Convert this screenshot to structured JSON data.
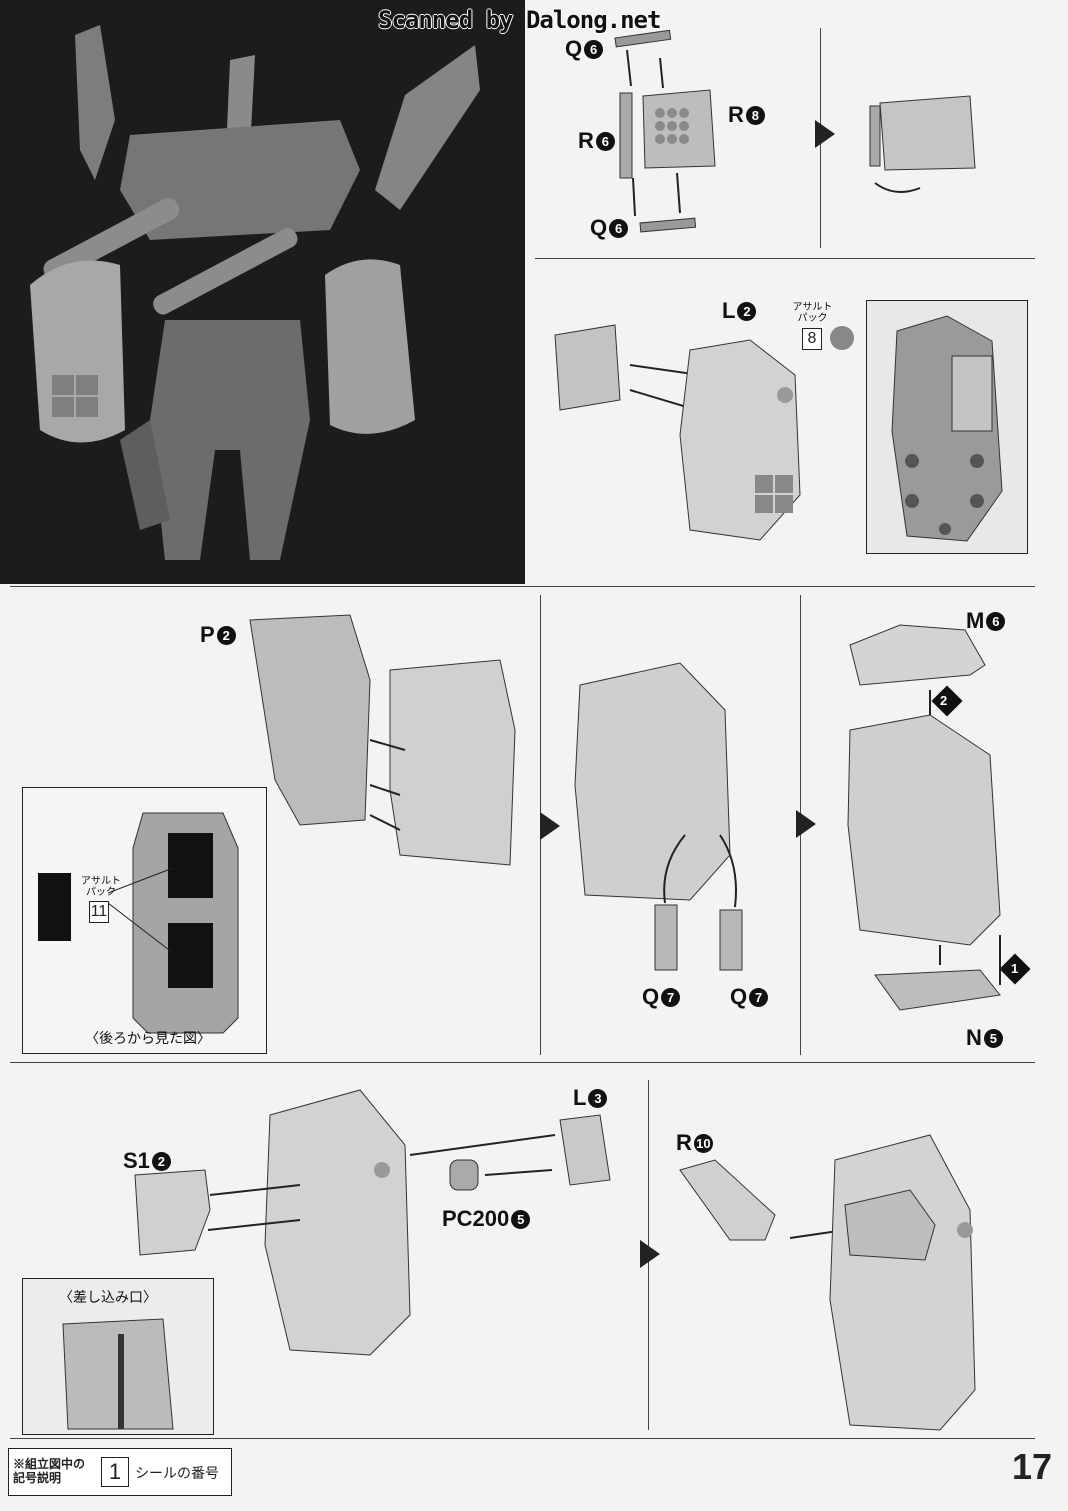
{
  "watermark": "Scanned by Dalong.net",
  "labels": {
    "q6_top": "Q",
    "q6_top_num": "6",
    "r6": "R",
    "r6_num": "6",
    "r8": "R",
    "r8_num": "8",
    "q6_bottom": "Q",
    "q6_bottom_num": "6",
    "l2": "L",
    "l2_num": "2",
    "p2": "P",
    "p2_num": "2",
    "m6": "M",
    "m6_num": "6",
    "q7_left": "Q",
    "q7_left_num": "7",
    "q7_right": "Q",
    "q7_right_num": "7",
    "n5": "N",
    "n5_num": "5",
    "l3": "L",
    "l3_num": "3",
    "s1_2": "S1",
    "s1_2_num": "2",
    "pc200": "PC200",
    "pc200_num": "5",
    "r10": "R",
    "r10_num": "10"
  },
  "stickers": {
    "assault_pack_label": "アサルト\nパック",
    "sticker_8": "8",
    "sticker_11": "11"
  },
  "callouts": {
    "step_1": "1",
    "step_2": "2",
    "back_view": "〈後ろから見た図〉",
    "insert_slot": "〈差し込み口〉"
  },
  "footer": {
    "legend_title": "※組立図中の\n記号説明",
    "legend_sample": "1",
    "legend_text": "シールの番号",
    "page_number": "17"
  }
}
